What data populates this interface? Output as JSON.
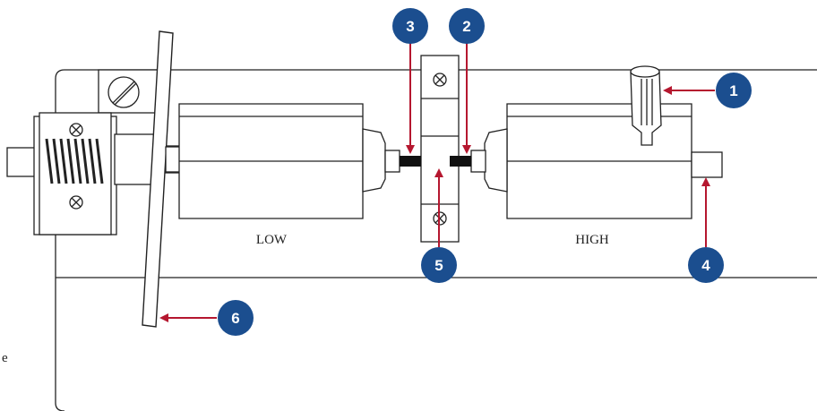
{
  "diagram": {
    "labels": {
      "low": "LOW",
      "high": "HIGH",
      "edge_text": "e"
    },
    "callouts": [
      "1",
      "2",
      "3",
      "4",
      "5",
      "6"
    ],
    "colors": {
      "callout_fill": "#1b4e8f",
      "arrow": "#b5172f",
      "line": "#222222",
      "contact": "#111111"
    }
  }
}
